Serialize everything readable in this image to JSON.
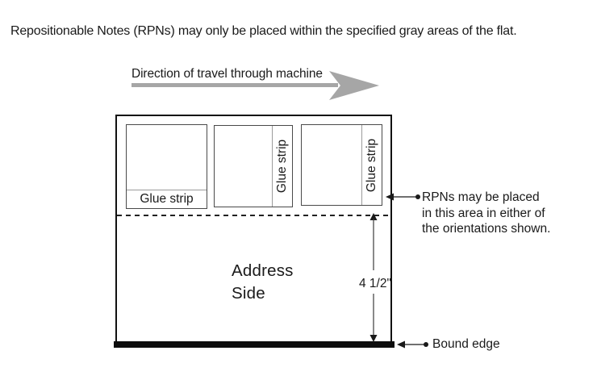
{
  "intro": "Repositionable Notes (RPNs) may only be placed within the specified gray areas of the flat.",
  "direction_arrow": {
    "label": "Direction of travel through machine",
    "color": "#a6a6a6"
  },
  "flat": {
    "notes": [
      {
        "glue_label": "Glue strip",
        "orientation": "glue-strip-bottom"
      },
      {
        "glue_label": "Glue strip",
        "orientation": "glue-strip-right"
      },
      {
        "glue_label": "Glue strip",
        "orientation": "glue-strip-right"
      }
    ],
    "address": {
      "line1": "Address",
      "line2": "Side"
    },
    "dimension_label": "4 1/2\""
  },
  "annotations": {
    "rpn_area": {
      "line1": "RPNs may be placed",
      "line2": "in this area in either of",
      "line3": "the orientations shown."
    },
    "bound_edge": "Bound edge"
  },
  "colors": {
    "arrow_gray": "#a6a6a6",
    "flat_border": "#111111",
    "bound_edge_bar": "#0d0d0d",
    "glue_divider_gray": "#9b9b9b",
    "text": "#1a1a1a"
  }
}
